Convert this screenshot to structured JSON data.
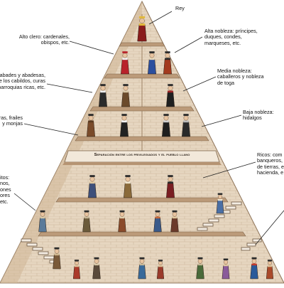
{
  "labels": {
    "rey": "Rey",
    "alto_clero": "Alto clero: cardenales,\nobispos, etc.",
    "alta_nobleza": "Alta nobleza: príncipes,\nduques, condes,\nmarqueses, etc.",
    "abades": "abades y abadesas,\nde los cabildos, curas\nparroquias ricas, etc.",
    "media_nobleza": "Media nobleza:\ncaballeros y nobleza\nde toga",
    "frailes": "uras, frailes\ny monjas",
    "baja_nobleza": "Baja nobleza:\nhidalgos",
    "separacion": "Separación entre los privilegiados y el pueblo llano",
    "ricos": "Ricos: com\nbanqueros,\nde tierras, e\nhacienda, e",
    "campesinos": "itos:\nnos,\nones\nores\netc."
  },
  "colors": {
    "sky": "#ffffff",
    "wall": "#e6d6c0",
    "brick_line": "#cbb59a",
    "ledge": "#b89676",
    "leader": "#222222"
  },
  "icons": [
    "king-figure",
    "cardinal-figure",
    "noble-figure",
    "abbot-figure",
    "knight-figure",
    "friar-figure",
    "hidalgo-figure",
    "merchant-figure",
    "artisan-figure",
    "peasant-figure"
  ]
}
